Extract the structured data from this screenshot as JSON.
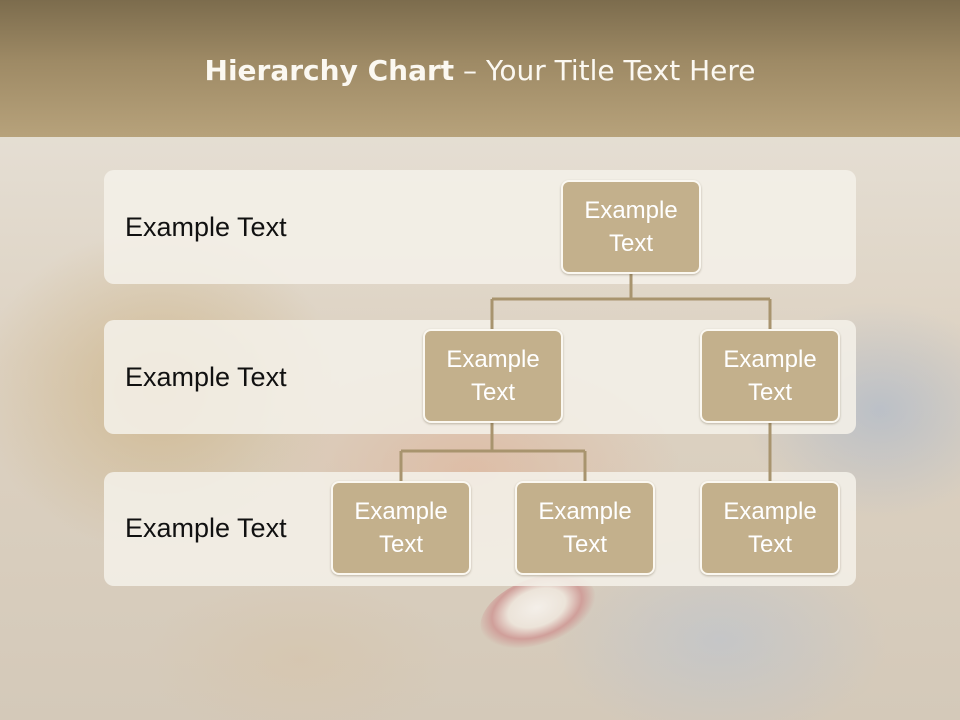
{
  "title": {
    "bold": "Hierarchy Chart",
    "rest": " – Your Title Text Here"
  },
  "rows": [
    {
      "label": "Example Text"
    },
    {
      "label": "Example Text"
    },
    {
      "label": "Example Text"
    }
  ],
  "nodes": {
    "root": "Example\nText",
    "level2_left": "Example\nText",
    "level2_right": "Example\nText",
    "level3_left": "Example\nText",
    "level3_middle": "Example\nText",
    "level3_right": "Example\nText"
  },
  "colors": {
    "title_bar": "#9e8a65",
    "node_fill": "#c3b08c",
    "node_border": "#fbf8f1",
    "connector": "#a8946e",
    "row_band": "#f4f0e8"
  }
}
